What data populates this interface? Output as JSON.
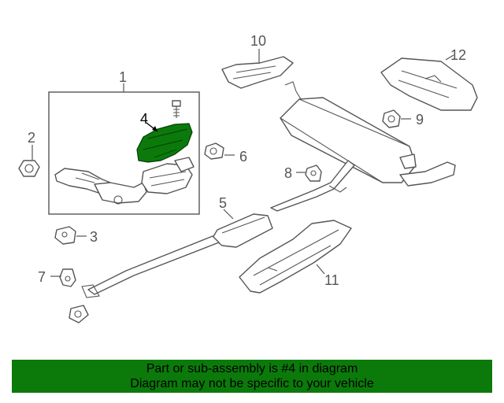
{
  "callouts": {
    "c1": "1",
    "c2": "2",
    "c3": "3",
    "c4": "4",
    "c5": "5",
    "c6": "6",
    "c7": "7",
    "c8": "8",
    "c9": "9",
    "c10": "10",
    "c11": "11",
    "c12": "12"
  },
  "banner": {
    "line1": "Part or sub-assembly is #4 in diagram",
    "line2": "Diagram may not be specific to your vehicle"
  },
  "colors": {
    "highlight": "#0b7a0b",
    "banner_bg": "#0b7a0b",
    "line": "#555555"
  },
  "highlighted_part": "4"
}
